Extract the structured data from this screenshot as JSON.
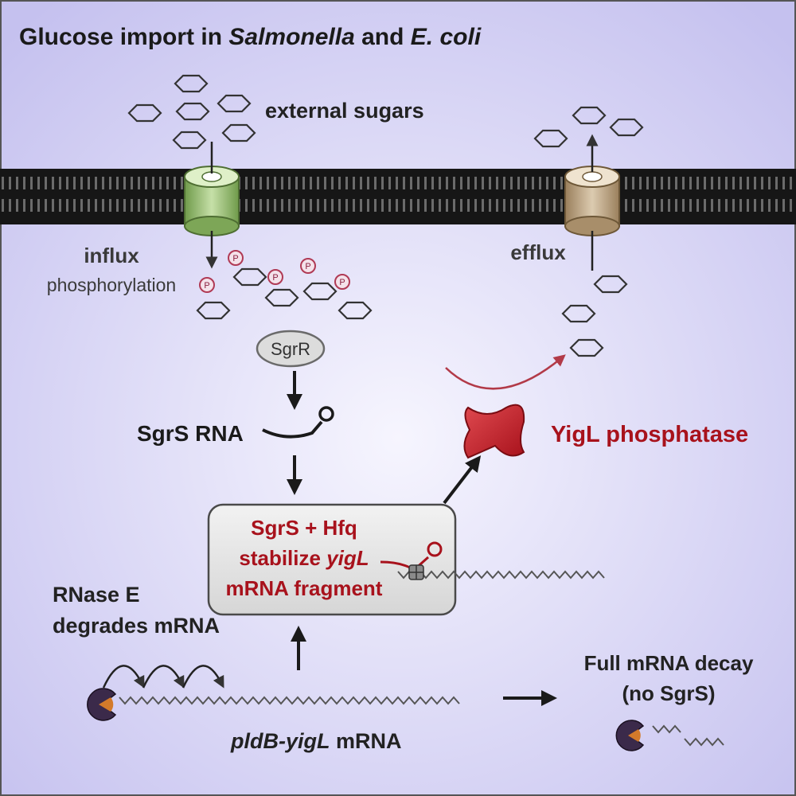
{
  "title": {
    "prefix": "Glucose import in ",
    "organism1": "Salmonella",
    "middle": " and ",
    "organism2": "E. coli"
  },
  "labels": {
    "external_sugars": "external sugars",
    "influx": "influx",
    "phosphorylation": "phosphorylation",
    "efflux": "efflux",
    "phospho_mark": "P",
    "sgrr": "SgrR",
    "sgrs_rna": "SgrS RNA",
    "yigl_phosphatase": "YigL phosphatase",
    "box_line1": "SgrS + Hfq",
    "box_line2_prefix": "stabilize ",
    "box_line2_gene": "yigL",
    "box_line3": "mRNA fragment",
    "rnase_line1": "RNase E",
    "rnase_line2": "degrades mRNA",
    "decay_line1": "Full mRNA decay",
    "decay_line2": "(no SgrS)",
    "mrna_gene": "pldB-yigL",
    "mrna_suffix": " mRNA"
  },
  "colors": {
    "background_center": "#f4f2fd",
    "background_edge": "#c7c3f0",
    "accent_red": "#a8121c",
    "influx_channel": "#8fb86a",
    "efflux_channel": "#b89c78",
    "text_dark": "#1a1a1a"
  }
}
